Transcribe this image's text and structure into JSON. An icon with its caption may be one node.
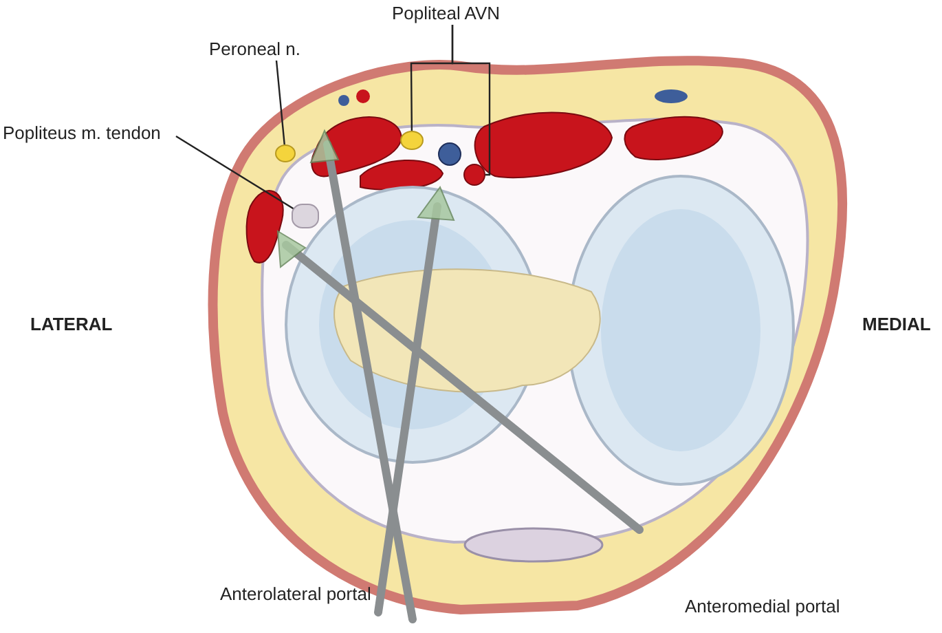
{
  "diagram": {
    "nodes": [
      {
        "text": [
          "Peroneal n."
        ]
      },
      {
        "text": [],
        "shape": "circle"
      },
      {
        "text": [
          "Popliteus m. tendon"
        ]
      },
      {
        "text": [],
        "shape": "box"
      },
      {
        "text": [
          "Popliteal AVN"
        ]
      },
      {
        "text": [],
        "shape": "circle"
      },
      {
        "text": [],
        "shape": "circle"
      }
    ],
    "edges": [
      {
        "from": 0,
        "to": 1,
        "arrow": "none"
      },
      {
        "from": 2,
        "to": 3,
        "arrow": "none"
      },
      {
        "from": 4,
        "to": 5,
        "arrow": "none"
      },
      {
        "from": 4,
        "to": 6,
        "arrow": "none"
      }
    ],
    "labels": [
      "LATERAL",
      "MEDIAL",
      "Anterolateral portal",
      "Anteromedial portal"
    ]
  }
}
